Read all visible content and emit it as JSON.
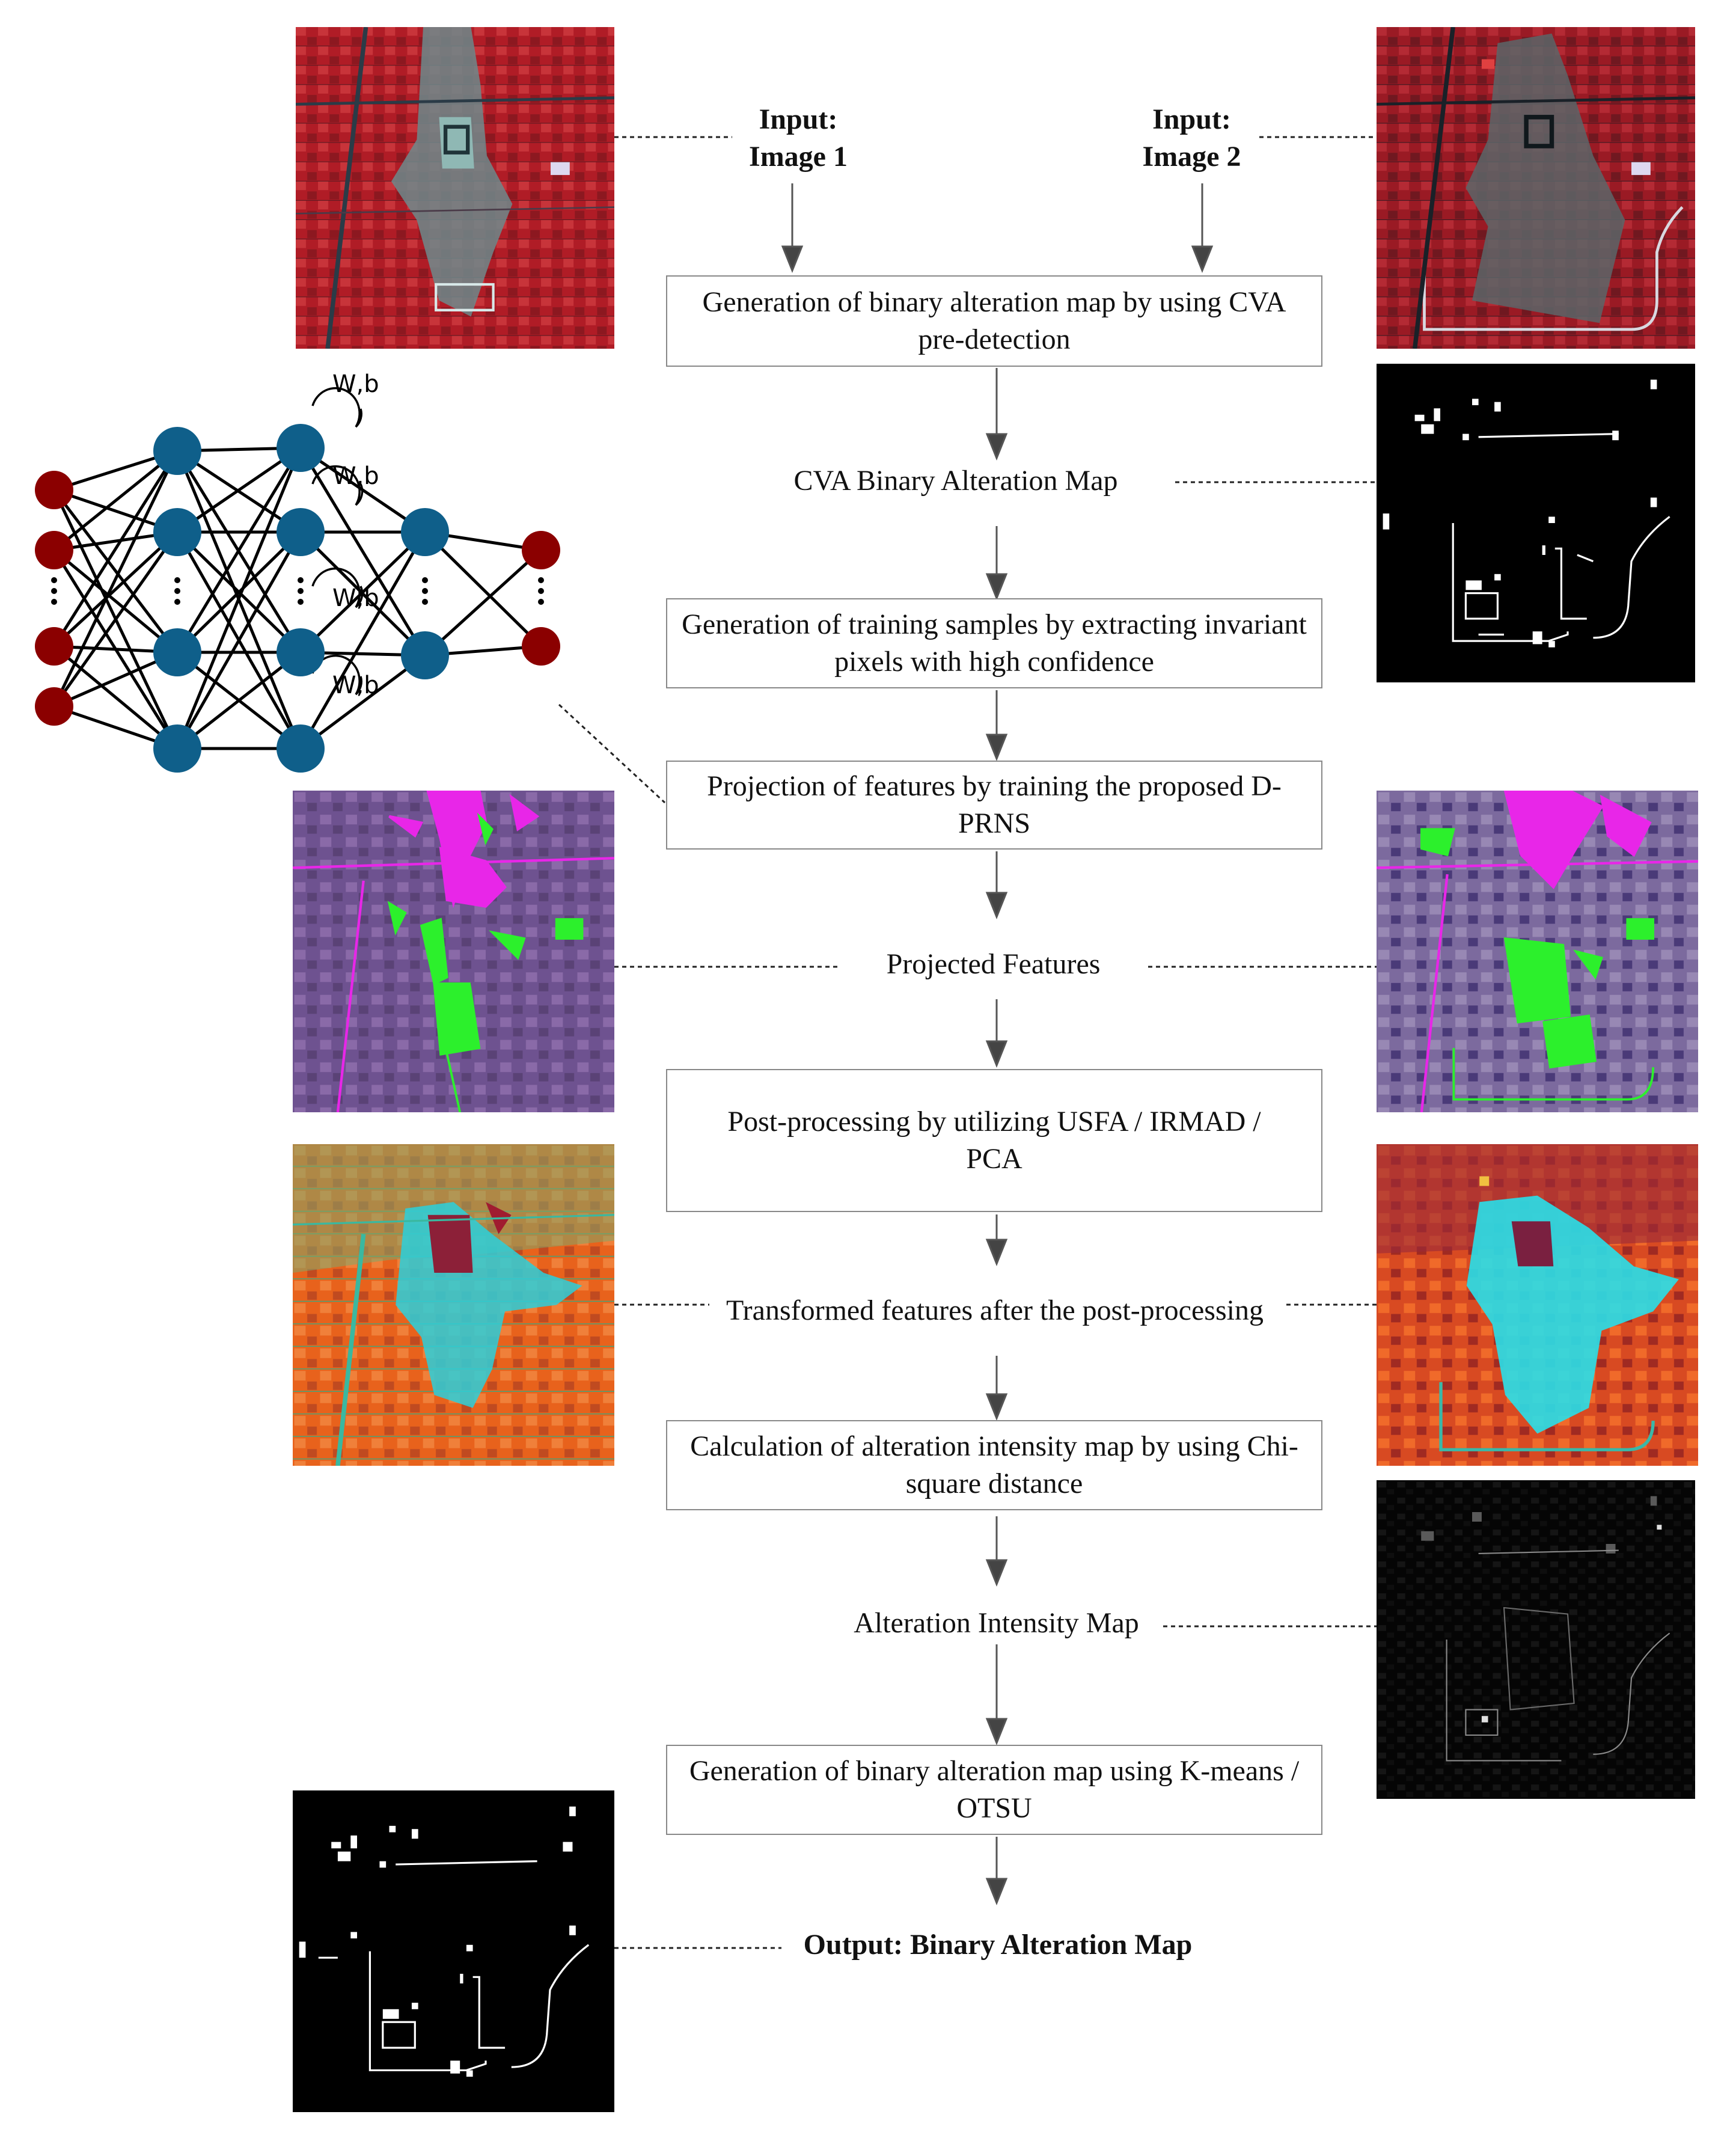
{
  "inputs": {
    "image1": "Input:\nImage 1",
    "image2": "Input:\nImage 2"
  },
  "steps": [
    {
      "id": "cva_pre",
      "text": "Generation of binary alteration map by using CVA pre-detection"
    },
    {
      "id": "training",
      "text": "Generation of training samples by extracting invariant pixels with high confidence"
    },
    {
      "id": "projection",
      "text": "Projection of features by training the proposed D-PRNS"
    },
    {
      "id": "postproc",
      "text": "Post-processing by utilizing USFA /  IRMAD / PCA"
    },
    {
      "id": "chisq",
      "text": "Calculation of alteration intensity map by using Chi-square distance"
    },
    {
      "id": "kmeans",
      "text": "Generation of binary alteration map using K-means / OTSU"
    }
  ],
  "intermediates": {
    "cva_map": "CVA Binary Alteration Map",
    "projected": "Projected Features",
    "transformed": "Transformed features after the post-processing",
    "intensity": "Alteration Intensity Map",
    "output": "Output: Binary Alteration Map"
  },
  "network": {
    "weight_labels": [
      "W,b",
      "W,b",
      "W,b",
      "W,b"
    ],
    "colors": {
      "input_output_node": "#8b0000",
      "hidden_node": "#0f5f8a"
    }
  },
  "colors": {
    "box_border": "#888888",
    "arrow": "#444444",
    "satellite_red": "#b8202a",
    "feature_purple": "#7a5a9a",
    "feature_magenta": "#e020e0",
    "feature_green": "#30e030",
    "transformed_orange": "#e8641e",
    "transformed_cyan": "#20d8e8"
  }
}
